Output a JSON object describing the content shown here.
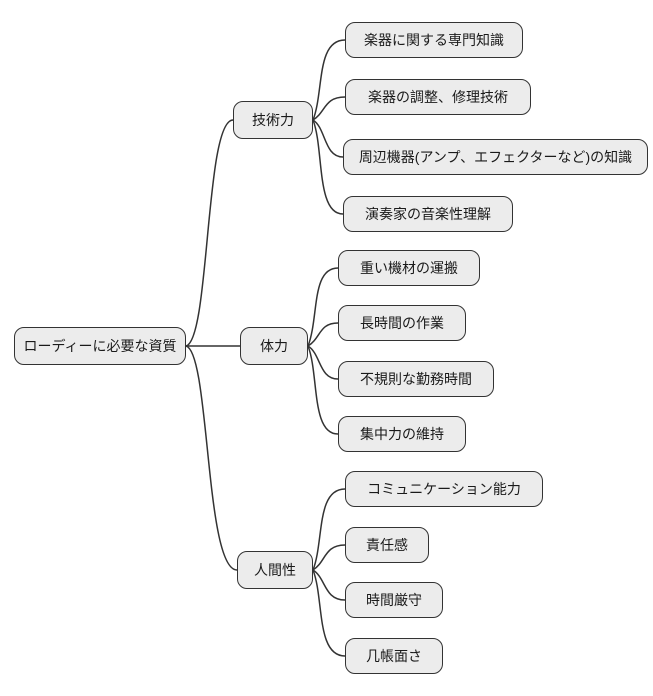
{
  "diagram": {
    "type": "mindmap",
    "root": {
      "label": "ローディーに必要な資質"
    },
    "branches": [
      {
        "label": "技術力",
        "children": [
          "楽器に関する専門知識",
          "楽器の調整、修理技術",
          "周辺機器(アンプ、エフェクターなど)の知識",
          "演奏家の音楽性理解"
        ]
      },
      {
        "label": "体力",
        "children": [
          "重い機材の運搬",
          "長時間の作業",
          "不規則な勤務時間",
          "集中力の維持"
        ]
      },
      {
        "label": "人間性",
        "children": [
          "コミュニケーション能力",
          "責任感",
          "時間厳守",
          "几帳面さ"
        ]
      }
    ],
    "colors": {
      "node_fill": "#ececec",
      "node_border": "#333333",
      "edge": "#333333",
      "background": "#ffffff"
    }
  }
}
